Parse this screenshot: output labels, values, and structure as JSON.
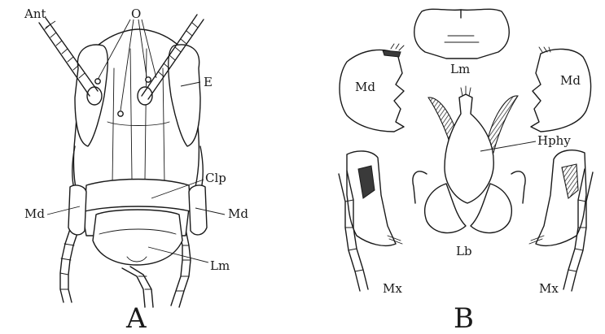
{
  "figure": {
    "panel_a": {
      "letter": "A",
      "labels": {
        "ant": "Ant",
        "o": "O",
        "e": "E",
        "clp": "Clp",
        "md_left": "Md",
        "md_right": "Md",
        "lm": "Lm"
      }
    },
    "panel_b": {
      "letter": "B",
      "labels": {
        "lm": "Lm",
        "md_left": "Md",
        "md_right": "Md",
        "hphy": "Hphy",
        "lb": "Lb",
        "mx_left": "Mx",
        "mx_right": "Mx"
      }
    }
  }
}
